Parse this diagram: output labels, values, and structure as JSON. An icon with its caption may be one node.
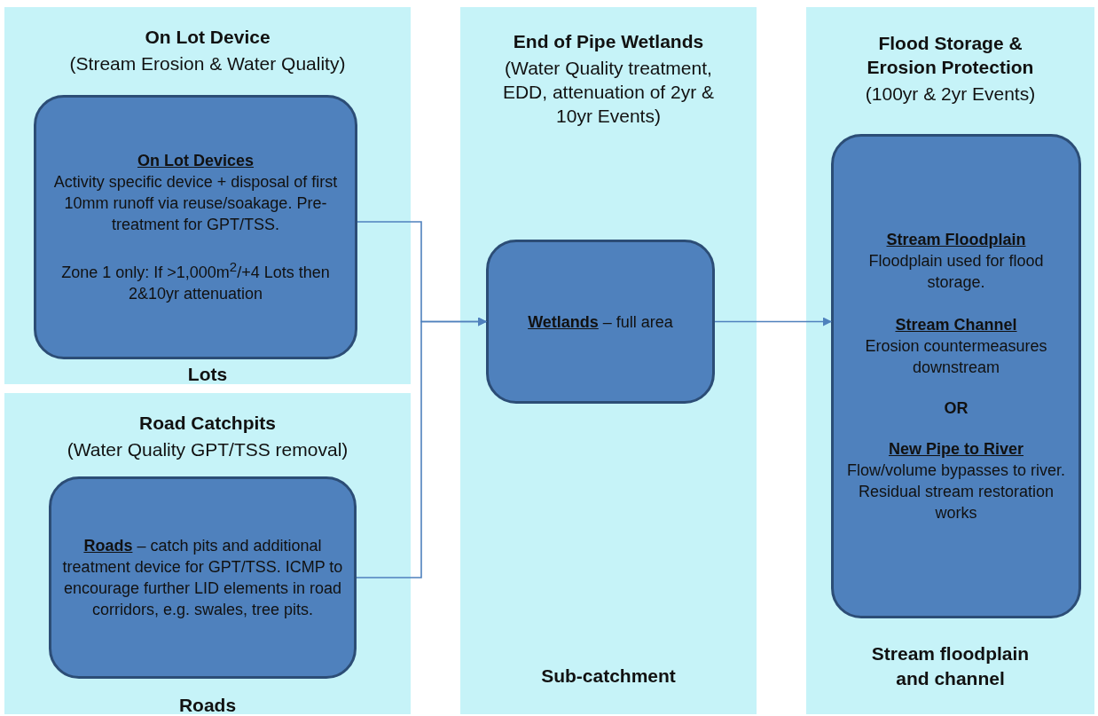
{
  "diagram": {
    "nodes": [
      {
        "text": [
          "On Lot Device",
          "(Stream Erosion & Water Quality)",
          "Lots"
        ]
      },
      {
        "text": [
          "On Lot Devices",
          "Activity specific device + disposal of first 10mm runoff via reuse/soakage. Pre-treatment for GPT/TSS.",
          "Zone 1 only: If >1,000m$^{2}$/+4 Lots then 2&10yr attenuation"
        ],
        "in": 0
      },
      {
        "text": [
          "Road Catchpits",
          "(Water Quality GPT/TSS removal)",
          "Roads"
        ]
      },
      {
        "text": [
          "**Roads** – catch pits and additional treatment device for GPT/TSS. ICMP to encourage further LID elements in road corridors, e.g. swales, tree pits."
        ],
        "in": 2
      },
      {
        "text": [
          "End of Pipe Wetlands",
          "(Water Quality treatment, EDD, attenuation of 2yr & 10yr Events)",
          "Sub-catchment"
        ]
      },
      {
        "text": [
          "**Wetlands** – full area"
        ],
        "in": 4
      },
      {
        "text": [
          "Flood Storage & Erosion Protection",
          "(100yr & 2yr Events)",
          "Stream floodplain and channel"
        ]
      },
      {
        "text": [
          "Stream Floodplain",
          "Floodplain used for flood storage.",
          "Stream Channel",
          "Erosion countermeasures downstream",
          "OR",
          "New Pipe to River",
          "Flow/volume bypasses to river. Residual stream restoration works"
        ],
        "in": 6
      }
    ],
    "edges": [
      {
        "from": 1,
        "to": 5,
        "arrow": "to"
      },
      {
        "from": 3,
        "to": 5,
        "arrow": "to"
      },
      {
        "from": 5,
        "to": 7,
        "arrow": "to"
      }
    ]
  }
}
